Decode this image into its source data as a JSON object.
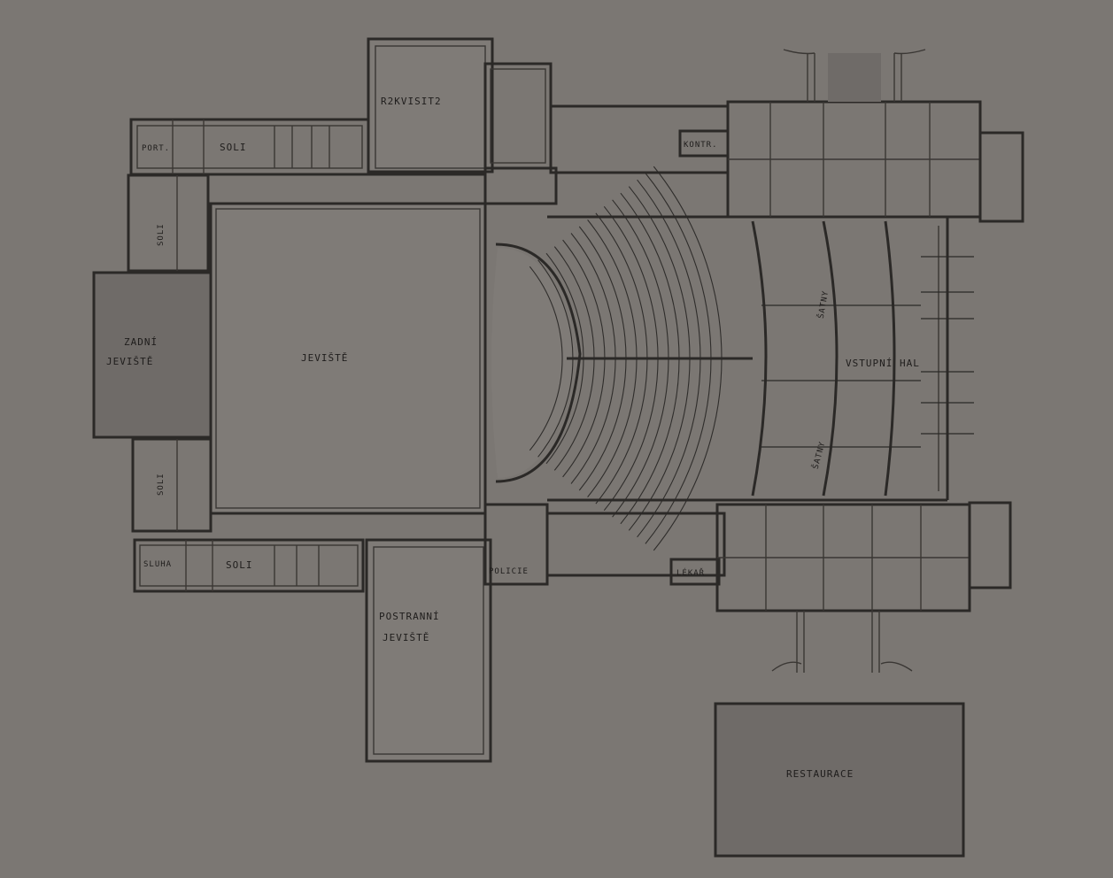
{
  "labels": {
    "rekvizity": "R2KVISIT2",
    "port": "PORT.",
    "soli_top": "SOLI",
    "soli_left_upper": "SOLI",
    "zadni_line1": "ZADNÍ",
    "zadni_line2": "JEVIŠTĚ",
    "jeviste": "JEVIŠTĚ",
    "soli_left_lower": "SOLI",
    "sluha": "SLUHA",
    "soli_bottom": "SOLI",
    "postranni_line1": "POSTRANNÍ",
    "postranni_line2": "JEVIŠTĚ",
    "policie": "POLICIE",
    "kontr": "KONTR.",
    "satny_upper": "ŠATNY",
    "satny_lower": "ŠATNY",
    "vstupni_hal": "VSTUPNÍ HAL",
    "lekar": "LÉKAŘ",
    "restaurace": "RESTAURACE"
  }
}
